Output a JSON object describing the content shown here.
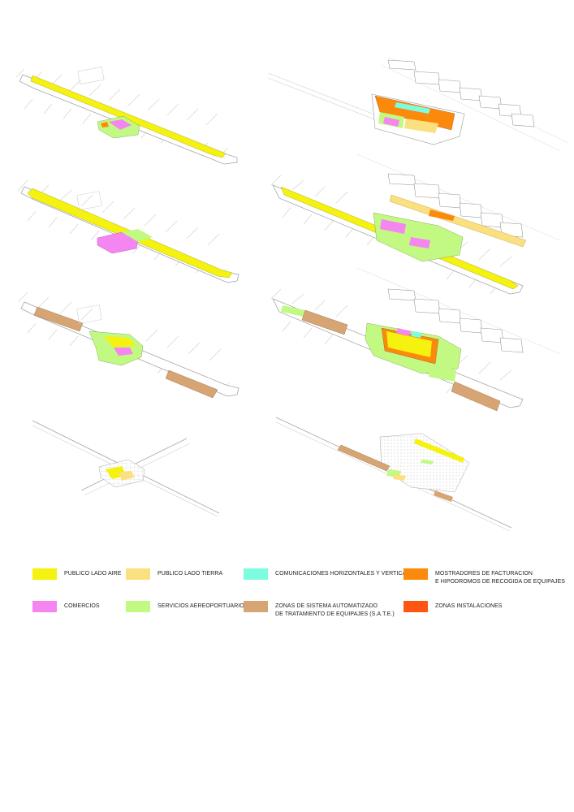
{
  "colors": {
    "line": "#b9b9b9",
    "line_dark": "#8c8c8c",
    "publico_lado_aire": "#f4f20e",
    "publico_lado_tierra": "#fbe07f",
    "comunicaciones": "#7dfde0",
    "mostradores": "#fb8a0c",
    "comercios": "#f585f0",
    "servicios": "#c2f983",
    "sate": "#d7a473",
    "instalaciones": "#fe5612"
  },
  "legend": [
    {
      "key": "publico_lado_aire",
      "label": "PUBLICO LADO AIRE",
      "swatch": "#f4f20e"
    },
    {
      "key": "publico_lado_tierra",
      "label": "PUBLICO LADO TIERRA",
      "swatch": "#fbe07f"
    },
    {
      "key": "comunicaciones",
      "label": "COMUNICACIONES HORIZONTALES Y VERTICALES",
      "swatch": "#7dfde0"
    },
    {
      "key": "mostradores",
      "label": "MOSTRADORES DE FACTURACION\nE HIPODROMOS DE RECOGIDA DE EQUIPAJES",
      "swatch": "#fb8a0c"
    },
    {
      "key": "comercios",
      "label": "COMERCIOS",
      "swatch": "#f585f0"
    },
    {
      "key": "servicios",
      "label": "SERVICIOS AEREOPORTUARIOS",
      "swatch": "#c2f983"
    },
    {
      "key": "sate",
      "label": "ZONAS DE SISTEMA AUTOMATIZADO\nDE TRATAMIENTO DE EQUIPAJES (S.A.T.E.)",
      "swatch": "#d7a473"
    },
    {
      "key": "instalaciones",
      "label": "ZONAS INSTALACIONES",
      "swatch": "#fe5612"
    }
  ]
}
